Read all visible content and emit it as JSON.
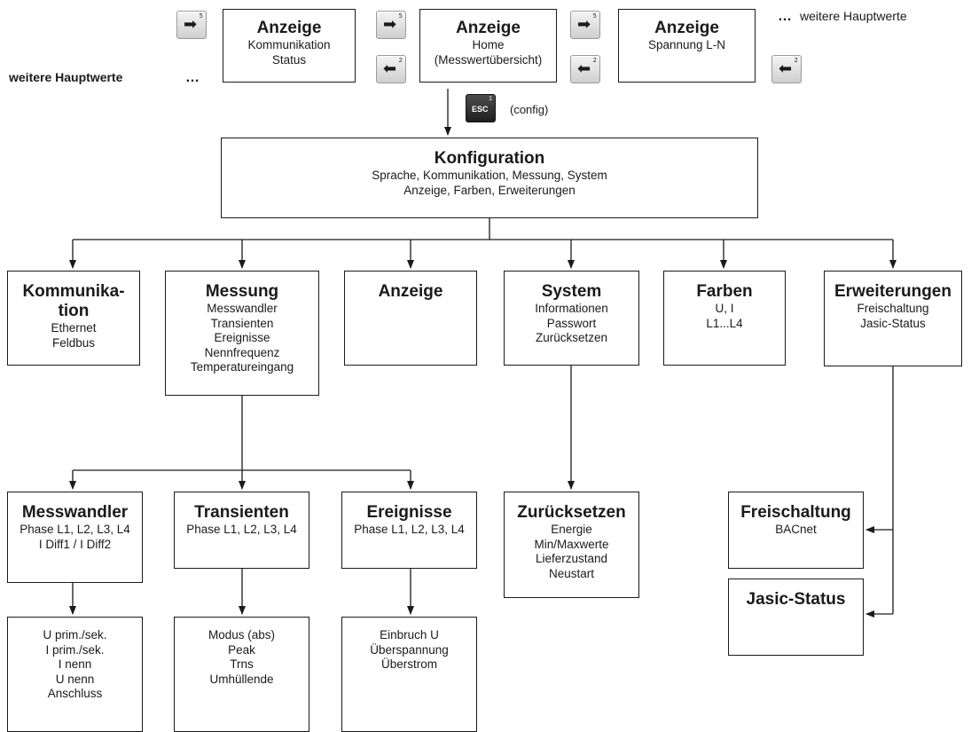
{
  "top": {
    "left_label": "weitere Hauptwerte",
    "left_ellipsis": "…",
    "right_ellipsis": "…",
    "right_label": "weitere Hauptwerte",
    "esc_caption": "(config)",
    "esc_key": "ESC",
    "esc_num": "1",
    "right_num": "5",
    "left_num": "2",
    "right_arrow": "➡",
    "left_arrow": "⬅"
  },
  "boxes": {
    "anzeige_kom": {
      "title": "Anzeige",
      "lines": [
        "Kommunikation",
        "Status"
      ]
    },
    "anzeige_home": {
      "title": "Anzeige",
      "lines": [
        "Home",
        "(Messwertübersicht)"
      ]
    },
    "anzeige_spannung": {
      "title": "Anzeige",
      "lines": [
        "Spannung L-N"
      ]
    },
    "konfiguration": {
      "title": "Konfiguration",
      "lines": [
        "Sprache, Kommunikation, Messung, System",
        "Anzeige, Farben, Erweiterungen"
      ]
    },
    "kommunikation": {
      "title": "Kommunika-",
      "title2": "tion",
      "lines": [
        "Ethernet",
        "Feldbus"
      ]
    },
    "messung": {
      "title": "Messung",
      "lines": [
        "Messwandler",
        "Transienten",
        "Ereignisse",
        "Nennfrequenz",
        "Temperatureingang"
      ]
    },
    "anzeige": {
      "title": "Anzeige",
      "lines": []
    },
    "system": {
      "title": "System",
      "lines": [
        "Informationen",
        "Passwort",
        "Zurücksetzen"
      ]
    },
    "farben": {
      "title": "Farben",
      "lines": [
        "U, I",
        "L1...L4"
      ]
    },
    "erweiterungen": {
      "title": "Erweiterungen",
      "lines": [
        "Freischaltung",
        "Jasic-Status"
      ]
    },
    "messwandler": {
      "title": "Messwandler",
      "lines": [
        "Phase L1, L2, L3, L4",
        "I Diff1 / I Diff2"
      ]
    },
    "transienten": {
      "title": "Transienten",
      "lines": [
        "Phase L1, L2, L3, L4"
      ]
    },
    "ereignisse": {
      "title": "Ereignisse",
      "lines": [
        "Phase L1, L2, L3, L4"
      ]
    },
    "zuruecksetzen": {
      "title": "Zurücksetzen",
      "lines": [
        "Energie",
        "Min/Maxwerte",
        "Lieferzustand",
        "Neustart"
      ]
    },
    "freischaltung": {
      "title": "Freischaltung",
      "lines": [
        "BACnet"
      ]
    },
    "jasic": {
      "title": "Jasic-Status",
      "lines": []
    },
    "messwandler_sub": {
      "title": "",
      "lines": [
        "U prim./sek.",
        "I prim./sek.",
        "I nenn",
        "U nenn",
        "Anschluss"
      ]
    },
    "transienten_sub": {
      "title": "",
      "lines": [
        "Modus (abs)",
        "Peak",
        "Trns",
        "Umhüllende"
      ]
    },
    "ereignisse_sub": {
      "title": "",
      "lines": [
        "Einbruch U",
        "Überspannung",
        "Überstrom"
      ]
    }
  },
  "colors": {
    "line": "#1a1a1a",
    "key_face": "#dcdcdc",
    "esc_face": "#2b2b2b"
  }
}
